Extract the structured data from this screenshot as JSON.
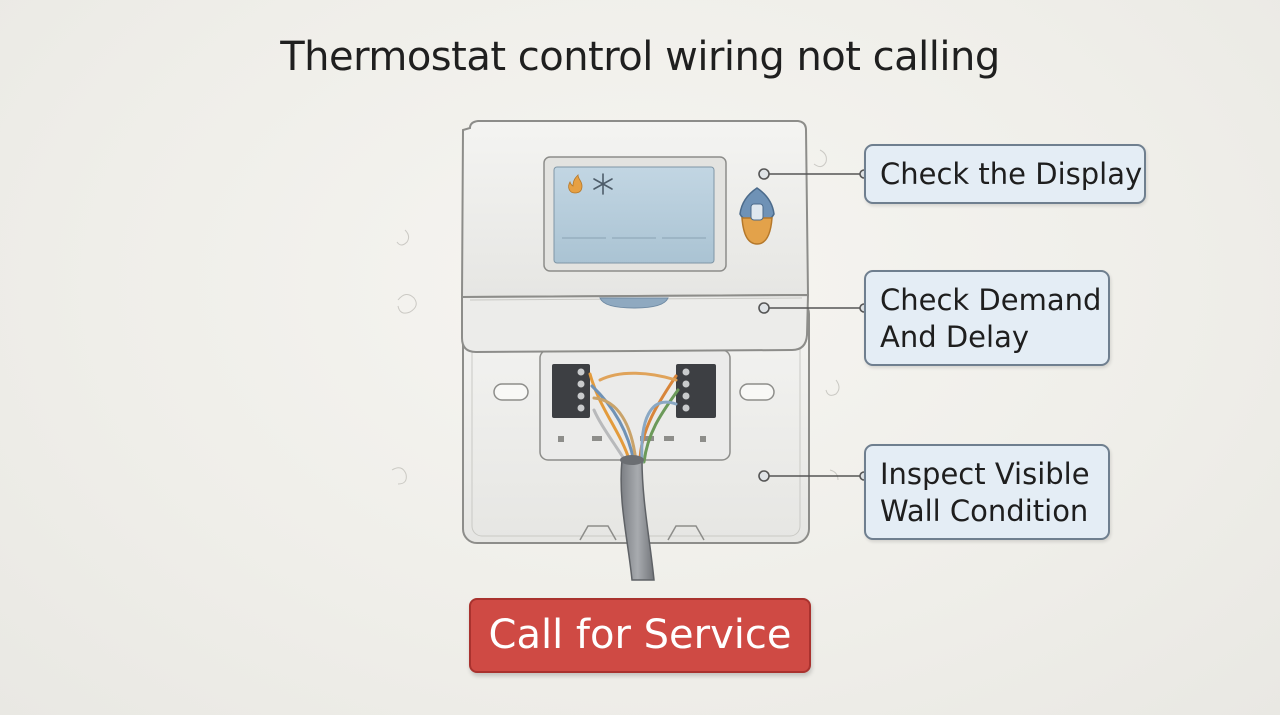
{
  "title": "Thermostat control wiring not calling",
  "callouts": {
    "display": [
      "Check the Display"
    ],
    "demand": [
      "Check Demand",
      "And Delay"
    ],
    "wall": [
      "Inspect Visible",
      "Wall Condition"
    ]
  },
  "service_button": "Call for Service",
  "icons": {
    "screen": [
      "flame-icon",
      "snowflake-icon"
    ],
    "device": "thermostat-icon"
  },
  "colors": {
    "button": "#cf4a44",
    "callout_fill": "#e4edf5",
    "screen": "#b7cedc",
    "accent_orange": "#e3a24a",
    "accent_blue": "#6f92b6"
  }
}
